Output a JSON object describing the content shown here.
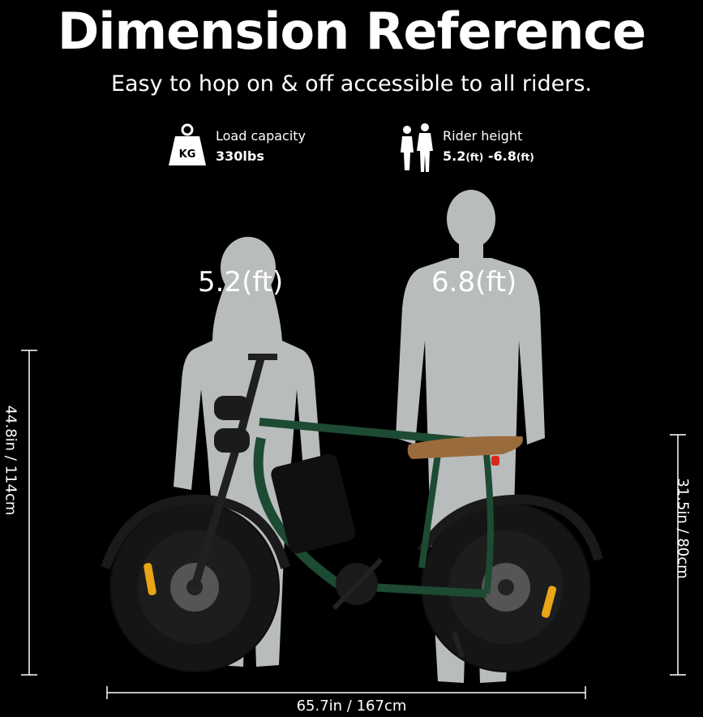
{
  "header": {
    "title": "Dimension Reference",
    "subtitle": "Easy to hop on & off accessible to all riders."
  },
  "specs": {
    "load": {
      "icon": "kg-weight-icon",
      "icon_text": "KG",
      "label": "Load capacity",
      "value": "330lbs"
    },
    "height": {
      "icon": "rider-couple-icon",
      "label": "Rider height",
      "value_min": "5.2",
      "value_min_unit": "(ft)",
      "separator": " -",
      "value_max": "6.8",
      "value_max_unit": "(ft)"
    }
  },
  "figures": {
    "short_label": "5.2(ft)",
    "tall_label": "6.8(ft)"
  },
  "dimensions": {
    "total_height": "44.8in / 114cm",
    "seat_height": "31.5in / 80cm",
    "length": "65.7in / 167cm"
  },
  "colors": {
    "background": "#000000",
    "silhouette": "#b9bcbd",
    "frame": "#1d4a33",
    "seat": "#9a6b3c",
    "tire": "#151515"
  }
}
